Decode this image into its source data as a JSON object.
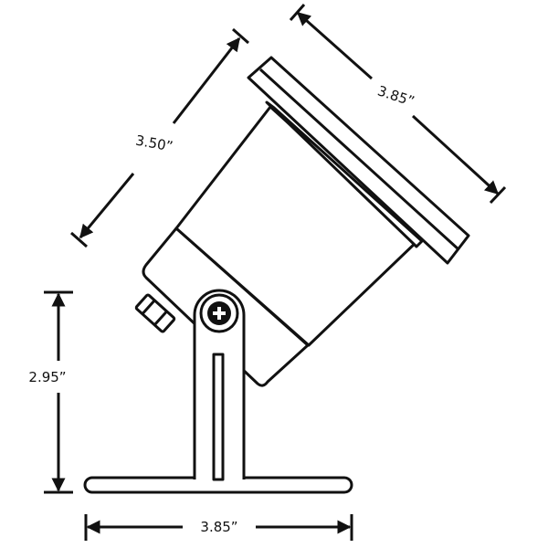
{
  "dimensions": {
    "head_length": "3.50”",
    "lens_diameter": "3.85”",
    "stand_height": "2.95”",
    "base_width": "3.85”"
  },
  "colors": {
    "line": "#111111",
    "background": "#ffffff"
  }
}
